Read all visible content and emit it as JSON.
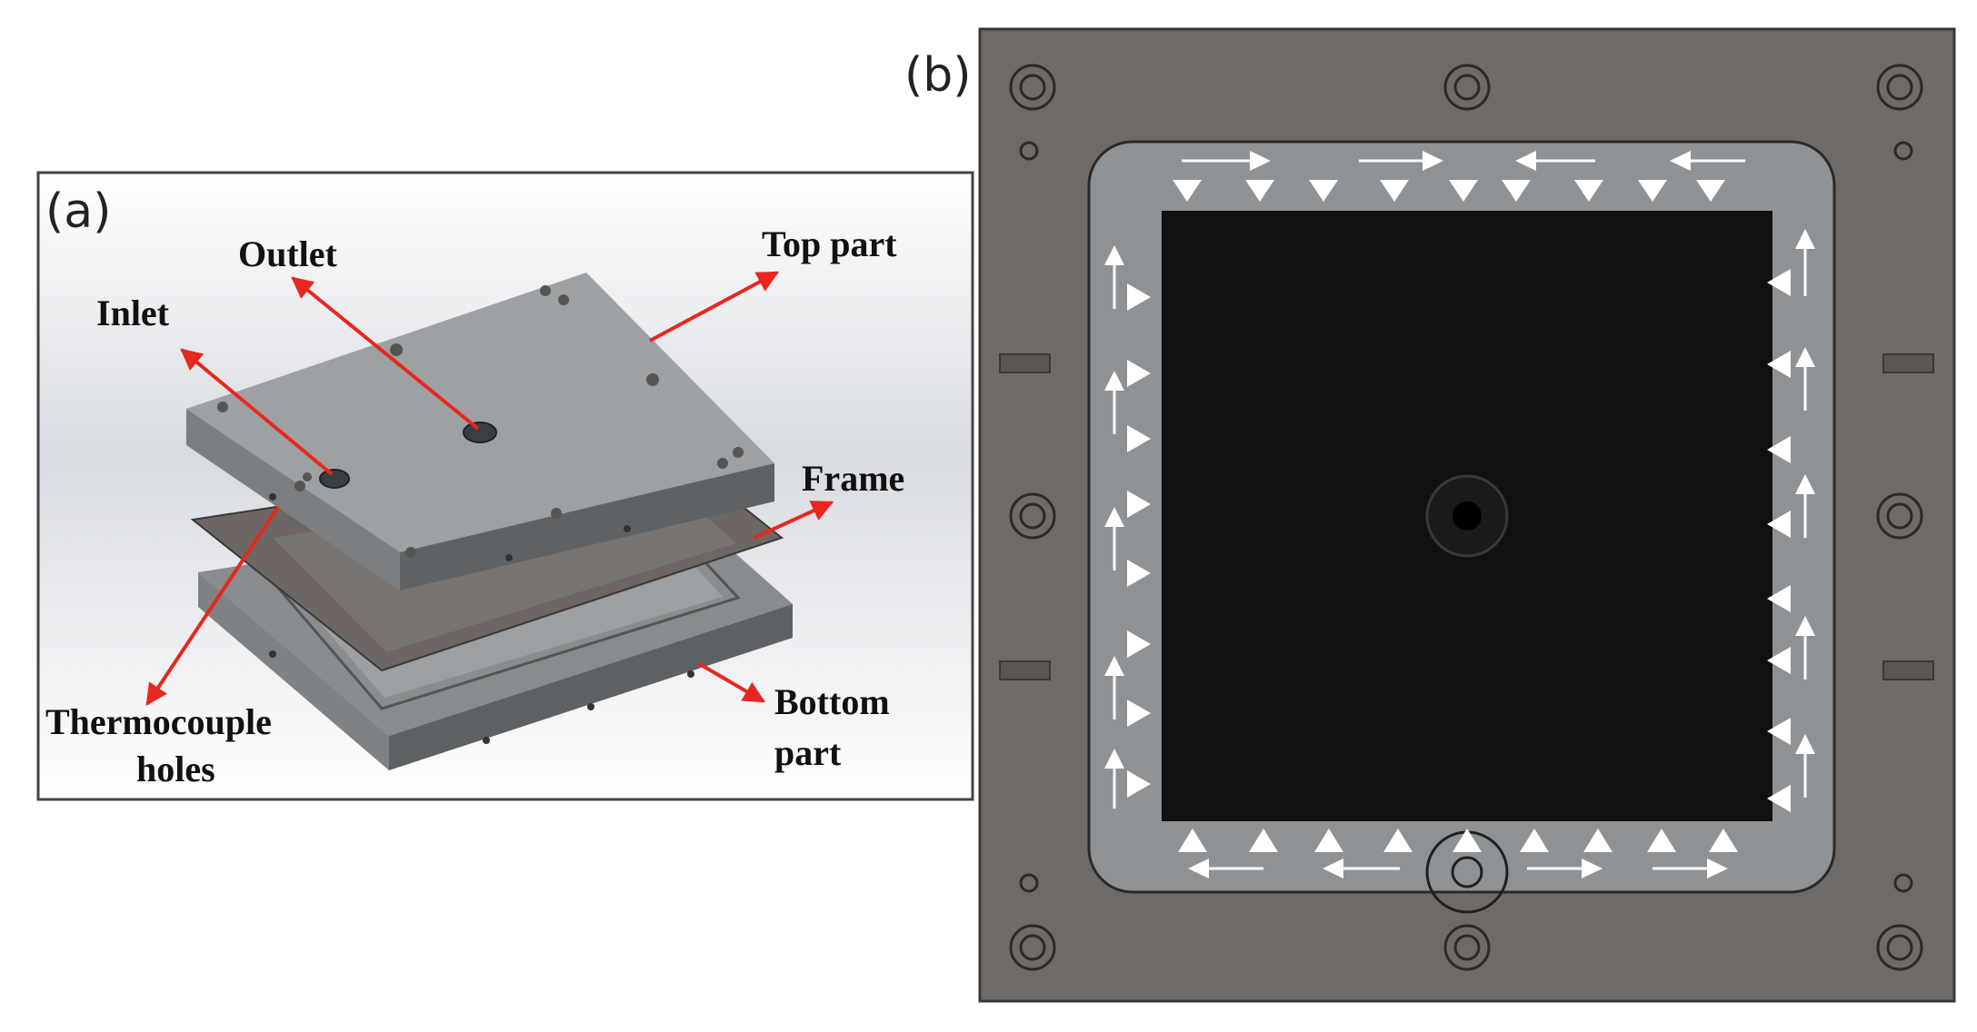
{
  "panels": {
    "a": {
      "label": "(a)",
      "labels": {
        "outlet": "Outlet",
        "top_part": "Top part",
        "inlet": "Inlet",
        "frame": "Frame",
        "thermocouple_line1": "Thermocouple",
        "thermocouple_line2": "holes",
        "bottom_part_line1": "Bottom",
        "bottom_part_line2": "part"
      }
    },
    "b": {
      "label": "(b)"
    }
  },
  "colors": {
    "arrow_red": "#e8271f",
    "plate_dark": "#6e6a67",
    "channel_gray": "#8f9294",
    "chamber_black": "#111111",
    "plate_side": "#8d9092",
    "plate_top": "#a8abad",
    "frame_brown": "#6d6662",
    "flow_arrow": "#ffffff"
  }
}
